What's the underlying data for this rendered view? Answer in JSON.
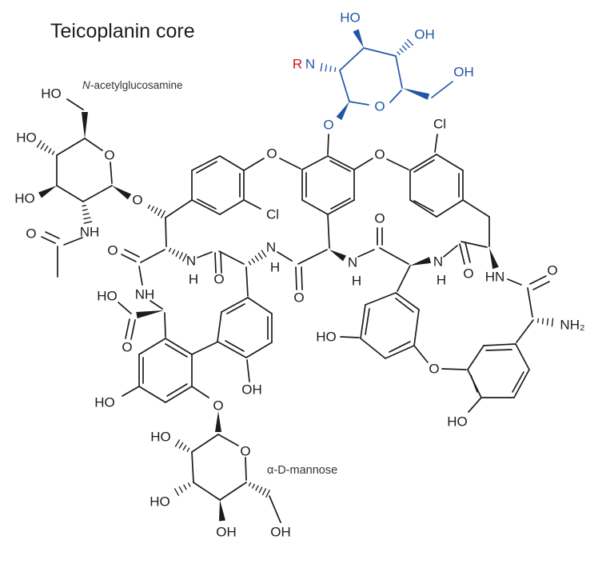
{
  "palette": {
    "structure": "#1c1c1c",
    "sugar_blue": "#2056a8",
    "r_group_red": "#d01018",
    "annotation": "#333333",
    "background": "#ffffff"
  },
  "header": {
    "title": "Teicoplanin core"
  },
  "annotations": {
    "amino_sugar_prefix": "N",
    "amino_sugar_suffix": "-acetylglucosamine",
    "mannose": "α-D-mannose"
  },
  "atoms_black": [
    "HO",
    "HO",
    "HO",
    "O",
    "NH",
    "O",
    "O",
    "O",
    "Cl",
    "O",
    "Cl",
    "N",
    "H",
    "O",
    "NH",
    "HO",
    "O",
    "O",
    "N",
    "H",
    "N",
    "H",
    "O",
    "N",
    "H",
    "O",
    "HN",
    "O",
    "NH₂",
    "HO",
    "OH",
    "O",
    "HO",
    "O",
    "HO",
    "HO",
    "HO",
    "OH",
    "OH",
    "O",
    "O"
  ],
  "atoms_blue": [
    "HO",
    "OH",
    "OH",
    "N",
    "O",
    "O"
  ],
  "atoms_red": [
    "R"
  ]
}
